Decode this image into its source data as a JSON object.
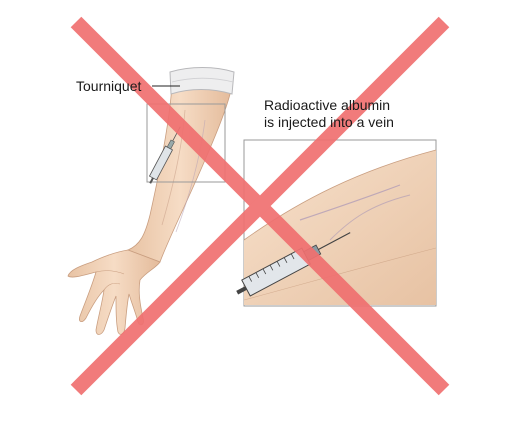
{
  "labels": {
    "tourniquet": "Tourniquet",
    "caption_line1": "Radioactive albumin",
    "caption_line2": "is injected into a vein"
  },
  "colors": {
    "skin": "#f2d3b8",
    "skin_shadow": "#d9b193",
    "tourniquet": "#e9e9ea",
    "inset_border": "#9a9a9a",
    "cross": "#f07070"
  },
  "icons": {
    "overlay": "cross-out-icon",
    "syringe": "syringe-icon"
  }
}
